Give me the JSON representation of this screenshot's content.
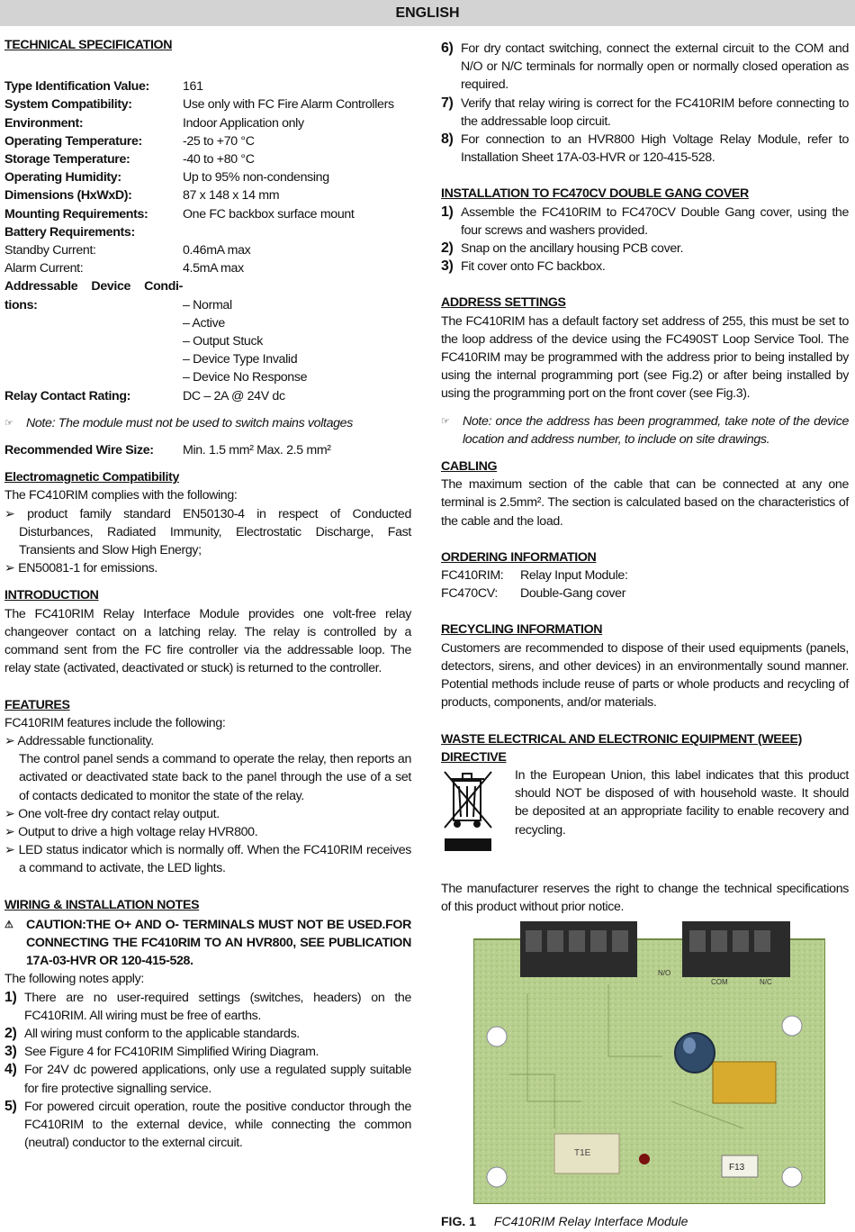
{
  "header": {
    "language": "ENGLISH"
  },
  "tech_spec": {
    "title": "TECHNICAL SPECIFICATION",
    "rows": [
      {
        "k": "Type Identification Value:",
        "v": "161",
        "bold": true
      },
      {
        "k": "System Compatibility:",
        "v": "Use only with FC Fire Alarm Controllers",
        "bold": true
      },
      {
        "k": "Environment:",
        "v": "Indoor Application only",
        "bold": true
      },
      {
        "k": "Operating Temperature:",
        "v": "-25 to +70 °C",
        "bold": true
      },
      {
        "k": "Storage Temperature:",
        "v": "-40 to +80 °C",
        "bold": true
      },
      {
        "k": "Operating Humidity:",
        "v": "Up to 95% non-condensing",
        "bold": true
      },
      {
        "k": "Dimensions (HxWxD):",
        "v": "87 x 148 x 14 mm",
        "bold": true
      },
      {
        "k": "Mounting Requirements:",
        "v": "One FC backbox surface mount",
        "bold": true
      },
      {
        "k": "Battery Requirements:",
        "v": "",
        "bold": true
      },
      {
        "k": "Standby Current:",
        "v": "0.46mA max",
        "bold": false
      },
      {
        "k": "Alarm Current:",
        "v": "4.5mA max",
        "bold": false
      }
    ],
    "device_conditions_label_1": "Addressable Device Condi-",
    "device_conditions_label_2": "tions:",
    "device_conditions": [
      "– Normal",
      "– Active",
      "– Output Stuck",
      "– Device Type Invalid",
      "– Device No Response"
    ],
    "relay_label": "Relay Contact Rating:",
    "relay_value": "DC – 2A @ 24V dc",
    "note": "Note: The module must not be used to switch mains voltages",
    "wire_label": "Recommended Wire Size:",
    "wire_value": "Min. 1.5 mm² Max. 2.5 mm²"
  },
  "emc": {
    "title": "Electromagnetic Compatibility",
    "intro": "The FC410RIM complies with the following:",
    "items": [
      "product family standard EN50130-4 in respect of Conducted Disturbances, Radiated Immunity, Electrostatic Discharge, Fast Transients and Slow High Energy;",
      "EN50081-1 for emissions."
    ]
  },
  "introduction": {
    "title": "INTRODUCTION",
    "text": "The FC410RIM Relay Interface Module provides one volt-free relay changeover contact on a latching relay. The relay is controlled by a command sent from the FC fire controller via the addressable loop. The relay state (activated, deactivated or stuck) is returned to the controller."
  },
  "features": {
    "title": "FEATURES",
    "intro": "FC410RIM features include the following:",
    "item1": "Addressable functionality.",
    "item1_detail": "The control panel sends a command to operate the relay, then reports an activated or deactivated state back to the panel through the use of a set of contacts dedicated to monitor the state of the relay.",
    "item2": "One volt-free dry contact relay output.",
    "item3": "Output to drive a high voltage relay HVR800.",
    "item4": "LED status indicator which is normally off. When the FC410RIM receives a command to activate, the LED lights."
  },
  "wiring": {
    "title": "WIRING & INSTALLATION NOTES",
    "caution": "CAUTION:THE O+ AND O- TERMINALS MUST NOT BE USED.FOR CONNECTING THE FC410RIM TO AN HVR800, SEE PUBLICATION 17A-03-HVR OR 120-415-528.",
    "intro": "The following notes apply:",
    "notes": [
      {
        "n": "1)",
        "t": "There are no user-required settings (switches, headers) on the FC410RIM. All wiring must be free of earths."
      },
      {
        "n": "2)",
        "t": "All wiring must conform to the applicable standards."
      },
      {
        "n": "3)",
        "t": "See Figure 4 for FC410RIM Simplified Wiring Diagram."
      },
      {
        "n": "4)",
        "t": "For 24V dc powered applications, only use a regulated supply suitable for fire protective signalling service."
      },
      {
        "n": "5)",
        "t": "For powered circuit operation, route the positive conductor through the FC410RIM to the external device, while connecting the common (neutral) conductor to the external circuit."
      }
    ],
    "notes_cont": [
      {
        "n": "6)",
        "t": "For dry contact switching, connect the external circuit to the COM and N/O or N/C terminals for normally open or normally closed operation as required."
      },
      {
        "n": "7)",
        "t": "Verify that relay wiring is correct for the FC410RIM before connecting to the addressable loop circuit."
      },
      {
        "n": "8)",
        "t": "For connection to an HVR800 High Voltage Relay Module, refer to Installation Sheet 17A-03-HVR or 120-415-528."
      }
    ]
  },
  "installation": {
    "title": "INSTALLATION TO FC470CV DOUBLE GANG COVER",
    "steps": [
      {
        "n": "1)",
        "t": "Assemble the FC410RIM to FC470CV Double Gang cover, using the four screws and washers provided."
      },
      {
        "n": "2)",
        "t": "Snap on the ancillary housing PCB cover."
      },
      {
        "n": "3)",
        "t": "Fit cover onto FC backbox."
      }
    ]
  },
  "address": {
    "title": "ADDRESS SETTINGS",
    "text": "The FC410RIM has a default factory set address of 255, this must be set to the loop address of the device using the FC490ST Loop Service Tool. The FC410RIM may be programmed with the address prior to being installed by using the internal programming port  (see Fig.2) or after being installed by using the programming port on the front cover (see Fig.3).",
    "note": "Note: once the address has been programmed, take note of the device location and address number, to include on site drawings."
  },
  "cabling": {
    "title": "CABLING",
    "text": "The maximum section of the cable that can be connected at any one terminal is 2.5mm². The section is calculated based on the characteristics of the cable and the load."
  },
  "ordering": {
    "title": "ORDERING INFORMATION",
    "rows": [
      {
        "k": "FC410RIM:",
        "v": "Relay Input Module:"
      },
      {
        "k": "FC470CV:",
        "v": "Double-Gang cover"
      }
    ]
  },
  "recycling": {
    "title": "RECYCLING INFORMATION",
    "text": "Customers are recommended to dispose of their used equipments (panels, detectors, sirens, and other devices) in an environmentally sound manner. Potential methods include reuse of parts or whole products and recycling of products, components, and/or materials."
  },
  "weee": {
    "title_1": "WASTE ELECTRICAL AND ELECTRONIC EQUIPMENT (WEEE)",
    "title_2": "DIRECTIVE",
    "text": "In the European Union, this label indicates that this product should NOT be disposed of with household waste. It should be deposited at an appropriate facility to enable recovery and recycling."
  },
  "disclaimer": "The manufacturer reserves the right to change the technical specifications of this product without prior notice.",
  "figure": {
    "label": "FIG. 1",
    "caption": "FC410RIM  Relay Interface Module",
    "board_marks": [
      "N/O",
      "COM",
      "N/C",
      "F13",
      "T1E"
    ]
  }
}
